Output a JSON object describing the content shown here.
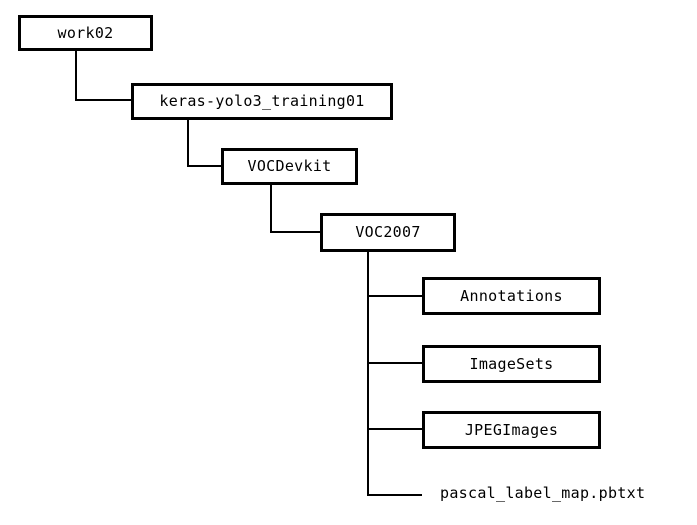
{
  "tree": {
    "root": {
      "label": "work02"
    },
    "level1": {
      "label": "keras-yolo3_training01"
    },
    "level2": {
      "label": "VOCDevkit"
    },
    "level3": {
      "label": "VOC2007"
    },
    "children": [
      {
        "label": "Annotations"
      },
      {
        "label": "ImageSets"
      },
      {
        "label": "JPEGImages"
      }
    ],
    "file": {
      "label": "pascal_label_map.pbtxt"
    }
  },
  "colors": {
    "line": "#000000",
    "box_border": "#000000",
    "background": "#ffffff"
  }
}
